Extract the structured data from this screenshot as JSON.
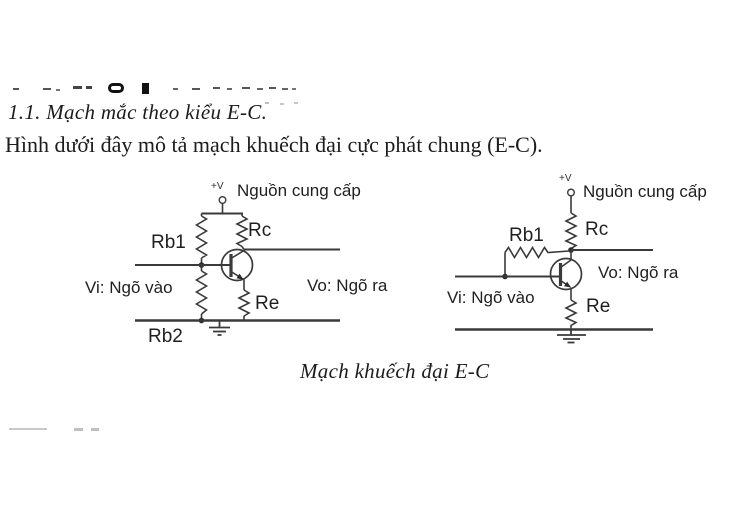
{
  "document": {
    "heading": "1.1. Mạch mắc theo kiểu E-C.",
    "intro": "Hình dưới đây mô tả mạch khuếch đại cực phát chung (E-C).",
    "caption": "Mạch khuếch đại E-C"
  },
  "circuit_left": {
    "power_terminal_label": "+V",
    "power_label": "Nguồn cung cấp",
    "rb1_label": "Rb1",
    "rb2_label": "Rb2",
    "rc_label": "Rc",
    "re_label": "Re",
    "input_label": "Vi: Ngõ vào",
    "output_label": "Vo: Ngõ ra"
  },
  "circuit_right": {
    "power_terminal_label": "+V",
    "power_label": "Nguồn cung cấp",
    "rb1_label": "Rb1",
    "rc_label": "Rc",
    "re_label": "Re",
    "input_label": "Vi: Ngõ vào",
    "output_label": "Vo: Ngõ ra"
  },
  "colors": {
    "ink": "#1c1c1c",
    "wire": "#3a3a3a"
  }
}
